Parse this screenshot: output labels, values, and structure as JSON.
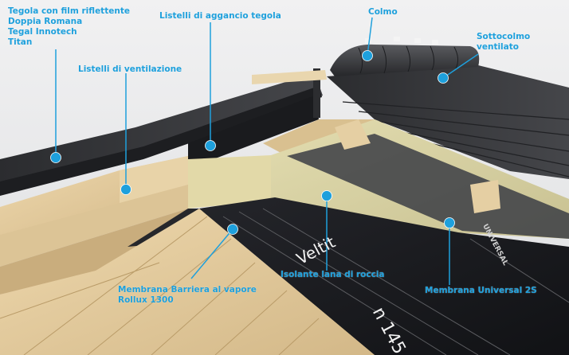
{
  "labels": {
    "tegola": [
      "Tegola con film riflettente",
      "Doppia Romana",
      "Tegal Innotech",
      "Titan"
    ],
    "listelli_aggancio": "Listelli di aggancio tegola",
    "colmo": "Colmo",
    "sottocolmo": [
      "Sottocolmo",
      "ventilato"
    ],
    "listelli_ventilazione": "Listelli di ventilazione",
    "isolante": "Isolante lana di roccia",
    "membrana_barriera": [
      "Membrana Barriera al vapore",
      "Rollux 1300"
    ],
    "membrana_universal": "Membrana Universal 2S"
  },
  "membrane_print": {
    "brand": "Veltit",
    "code": "n 145",
    "side_brand": "UNIVERSAL"
  },
  "colors": {
    "callout": "#1ea0dc",
    "membrane": "#1c1d20",
    "tile": "#3b3c3f",
    "wood": "#e2ccA0",
    "insulation": "#d6cf9e"
  }
}
